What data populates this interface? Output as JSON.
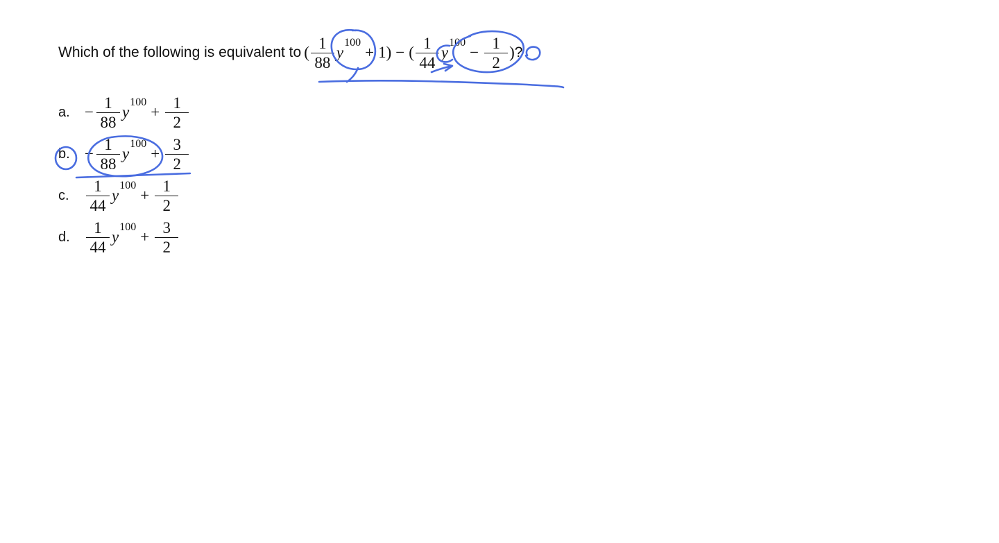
{
  "question": {
    "prompt": "Which of the following is equivalent to",
    "open_paren_outer": "(",
    "frac1": {
      "num": "1",
      "den": "88"
    },
    "var1": "y",
    "exp1": "100",
    "plus": "+",
    "one": "1",
    "close_paren1": ")",
    "minus": "−",
    "open_paren2": "(",
    "frac2": {
      "num": "1",
      "den": "44"
    },
    "var2": "y",
    "exp2": "100",
    "minus2": "−",
    "frac3": {
      "num": "1",
      "den": "2"
    },
    "close_paren2": ")",
    "qmark": "?"
  },
  "options": [
    {
      "letter": "a.",
      "sign": "−",
      "frac_num": "1",
      "frac_den": "88",
      "var": "y",
      "exp": "100",
      "op": "+",
      "const_num": "1",
      "const_den": "2"
    },
    {
      "letter": "b.",
      "sign": "−",
      "frac_num": "1",
      "frac_den": "88",
      "var": "y",
      "exp": "100",
      "op": "+",
      "const_num": "3",
      "const_den": "2"
    },
    {
      "letter": "c.",
      "sign": "",
      "frac_num": "1",
      "frac_den": "44",
      "var": "y",
      "exp": "100",
      "op": "+",
      "const_num": "1",
      "const_den": "2"
    },
    {
      "letter": "d.",
      "sign": "",
      "frac_num": "1",
      "frac_den": "44",
      "var": "y",
      "exp": "100",
      "op": "+",
      "const_num": "3",
      "const_den": "2"
    }
  ],
  "ink_color": "#4a6de0"
}
